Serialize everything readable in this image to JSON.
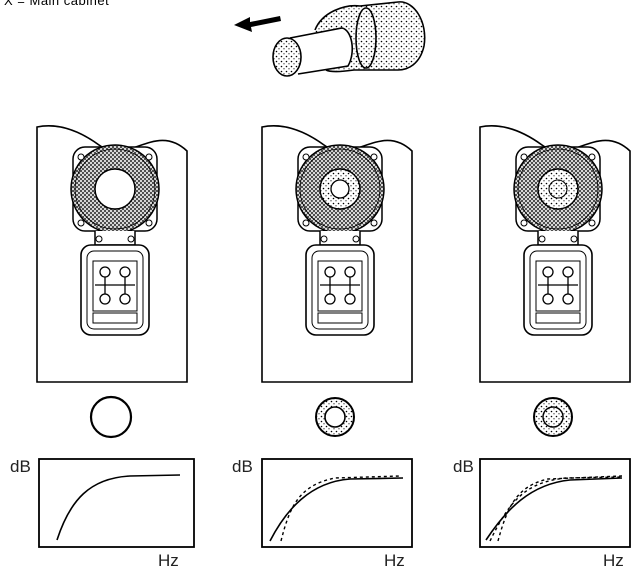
{
  "header": {
    "caption": "X = Main cabinet"
  },
  "panels": [
    {
      "id": "none",
      "port_plug": "open",
      "dB_label": "dB",
      "Hz_label": "Hz"
    },
    {
      "id": "ring",
      "port_plug": "ring",
      "dB_label": "dB",
      "Hz_label": "Hz"
    },
    {
      "id": "solid",
      "port_plug": "solid",
      "dB_label": "dB",
      "Hz_label": "Hz"
    }
  ],
  "icons": {
    "bung": "foam-bung-icon",
    "arrow": "arrow-left-icon",
    "speaker": "speaker-cabinet-icon",
    "terminals": "binding-post-terminals-icon"
  },
  "colors": {
    "line": "#000000",
    "paper": "#ffffff",
    "grille": "#555555"
  }
}
